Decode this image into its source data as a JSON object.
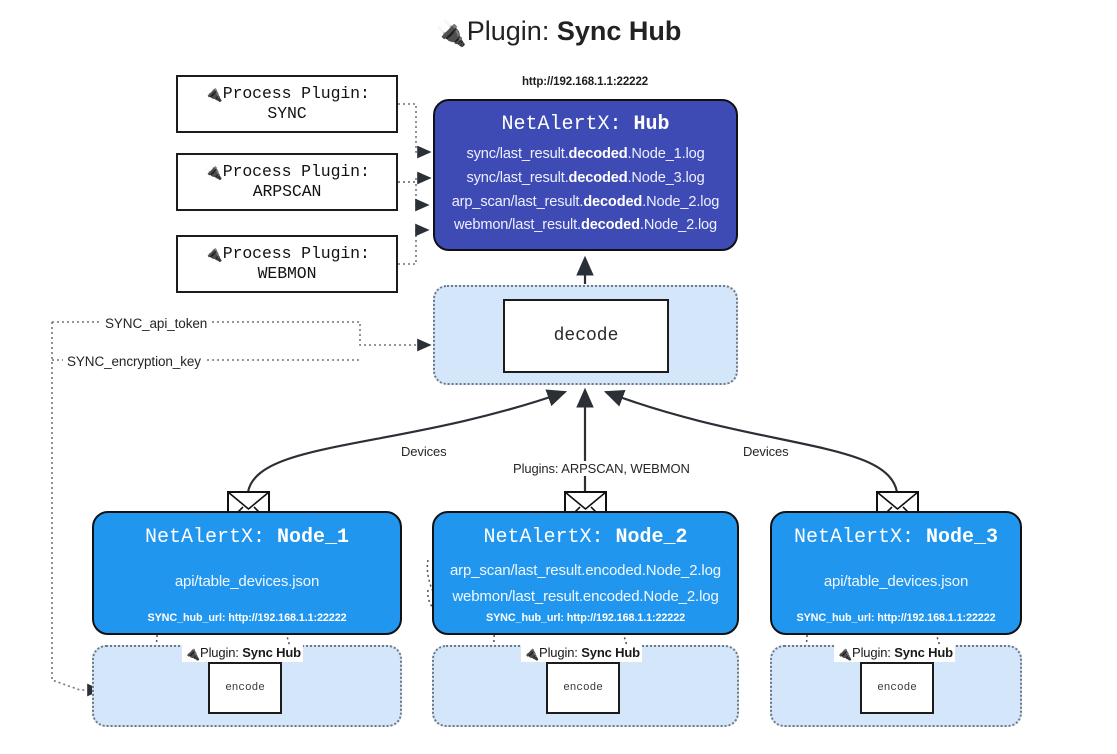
{
  "title": {
    "icon": "plug-icon",
    "icon_glyph": "🔌",
    "prefix": "Plugin: ",
    "name": "Sync Hub"
  },
  "colors": {
    "hub_fill": "#3f4bb5",
    "node_fill": "#2196ef",
    "band_fill": "#d4e6f9",
    "border": "#111111",
    "dotted_border": "#6f7782",
    "edge_stroke": "#3a3f45"
  },
  "process_plugins": [
    {
      "line1": "Process Plugin:",
      "line2": "SYNC",
      "icon": "plug-icon",
      "icon_glyph": "🔌"
    },
    {
      "line1": "Process Plugin:",
      "line2": "ARPSCAN",
      "icon": "plug-icon",
      "icon_glyph": "🔌"
    },
    {
      "line1": "Process Plugin:",
      "line2": "WEBMON",
      "icon": "plug-icon",
      "icon_glyph": "🔌"
    }
  ],
  "hub": {
    "url": "http://192.168.1.1:22222",
    "title_prefix": "NetAlertX: ",
    "title_name": "Hub",
    "logs": [
      {
        "pre": "sync/last_result.",
        "em": "decoded",
        "post": ".Node_1.log"
      },
      {
        "pre": "sync/last_result.",
        "em": "decoded",
        "post": ".Node_3.log"
      },
      {
        "pre": "arp_scan/last_result.",
        "em": "decoded",
        "post": ".Node_2.log"
      },
      {
        "pre": "webmon/last_result.",
        "em": "decoded",
        "post": ".Node_2.log"
      }
    ]
  },
  "decode": {
    "label": "decode"
  },
  "secrets": [
    {
      "label": "SYNC_api_token"
    },
    {
      "label": "SYNC_encryption_key"
    }
  ],
  "edge_labels": {
    "devices_left": "Devices",
    "devices_right": "Devices",
    "plugins_center": "Plugins: ARPSCAN, WEBMON"
  },
  "nodes": [
    {
      "id": "node1",
      "title_prefix": "NetAlertX: ",
      "title_name": "Node_1",
      "lines": [
        "api/table_devices.json"
      ],
      "url_key": "SYNC_hub_url: ",
      "url_value": "http://192.168.1.1:22222",
      "envelope_icon": "envelope-icon"
    },
    {
      "id": "node2",
      "title_prefix": "NetAlertX: ",
      "title_name": "Node_2",
      "lines": [
        "arp_scan/last_result.encoded.Node_2.log",
        "webmon/last_result.encoded.Node_2.log"
      ],
      "url_key": "SYNC_hub_url: ",
      "url_value": "http://192.168.1.1:22222",
      "envelope_icon": "envelope-icon"
    },
    {
      "id": "node3",
      "title_prefix": "NetAlertX: ",
      "title_name": "Node_3",
      "lines": [
        "api/table_devices.json"
      ],
      "url_key": "SYNC_hub_url: ",
      "url_value": "http://192.168.1.1:22222",
      "envelope_icon": "envelope-icon"
    }
  ],
  "sync_bands": [
    {
      "tag_prefix": "Plugin: ",
      "tag_name": "Sync Hub",
      "icon_glyph": "🔌",
      "encode_label": "encode"
    },
    {
      "tag_prefix": "Plugin: ",
      "tag_name": "Sync Hub",
      "icon_glyph": "🔌",
      "encode_label": "encode"
    },
    {
      "tag_prefix": "Plugin: ",
      "tag_name": "Sync Hub",
      "icon_glyph": "🔌",
      "encode_label": "encode"
    }
  ]
}
